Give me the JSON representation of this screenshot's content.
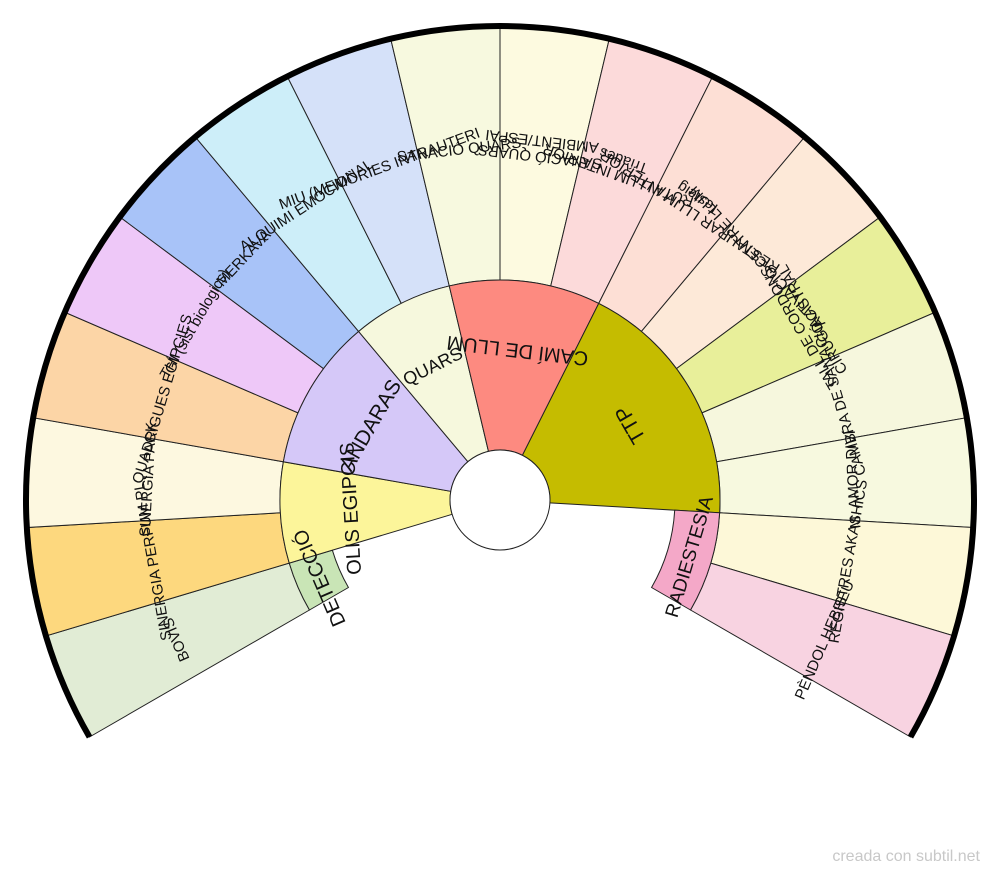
{
  "outer_segments": [
    {
      "id": "bovis",
      "label": "BOVIS",
      "color": "#e1ecd5"
    },
    {
      "id": "sinergia-perfum",
      "label": "SINERGIA  PERFUM PL",
      "color": "#fdd87e"
    },
    {
      "id": "sinergia-pack",
      "label": "SINERGIA PACK",
      "color": "#fdf8e0"
    },
    {
      "id": "quadrigues",
      "label": "QUADRIGUES EGÍPCIES",
      "color": "#fcd5a6"
    },
    {
      "id": "thi",
      "label": "THI (sist biologics)",
      "color": "#eec8f8"
    },
    {
      "id": "merkava",
      "label": "MERKAVA",
      "color": "#a8c3f8"
    },
    {
      "id": "alquimi",
      "label": "ALQUIMI EMOCIONAL",
      "color": "#cdeef9"
    },
    {
      "id": "miu",
      "label": "MIU (MEMÒRIES INTRAUTERI",
      "color": "#d5e1f9"
    },
    {
      "id": "sanacio-quars",
      "label": "SANACIÓ QUARS",
      "color": "#f7f9df"
    },
    {
      "id": "sanacio-quars-amb",
      "label": "SANACIÓ QUARS\nAMBIENT/ESPAI",
      "color": "#fdfae0"
    },
    {
      "id": "ruta-llum",
      "label": "RUTA LLUM INTERIOR\nTríades",
      "color": "#fcdada"
    },
    {
      "id": "restaurar-llum",
      "label": "RESTAURAR LLUM INTERIOR\nTesteig",
      "color": "#fddfd5"
    },
    {
      "id": "activacio",
      "label": "ACTIVACIÓ CENTRE LLUM",
      "color": "#fde9d8"
    },
    {
      "id": "tall-cordons",
      "label": "TALL DE CORDONS\nCIRUGIA ASTRAL",
      "color": "#e8ef9a"
    },
    {
      "id": "cambra",
      "label": "CAMBRA DE SANACIÓ",
      "color": "#f6f7dd"
    },
    {
      "id": "amor-divi",
      "label": "M. AMOR DIVÍ",
      "color": "#f7f9df"
    },
    {
      "id": "akashics",
      "label": "REGISTRES AKASHICS",
      "color": "#fdf8d8"
    },
    {
      "id": "pendol",
      "label": "PÈNDOL HEBREU",
      "color": "#f8d3e1"
    }
  ],
  "inner_segments": [
    {
      "id": "deteccio",
      "label": "DETECCIÓ",
      "color": "#c9e5b6"
    },
    {
      "id": "olis",
      "label": "OLIS EGIPCIS",
      "color": "#fcf59a"
    },
    {
      "id": "andaras",
      "label": "ANDARAS",
      "color": "#d5c8f8"
    },
    {
      "id": "quars",
      "label": "QUARS",
      "color": "#f6f8dd"
    },
    {
      "id": "cami",
      "label": "CAMÍ DE LLUM",
      "color": "#fd8a80"
    },
    {
      "id": "ttp",
      "label": "TTP",
      "color": "#c5bc00"
    },
    {
      "id": "radiestesia",
      "label": "RADIESTESIA",
      "color": "#f4a8c8"
    }
  ],
  "credit": "creada con subtil.net"
}
